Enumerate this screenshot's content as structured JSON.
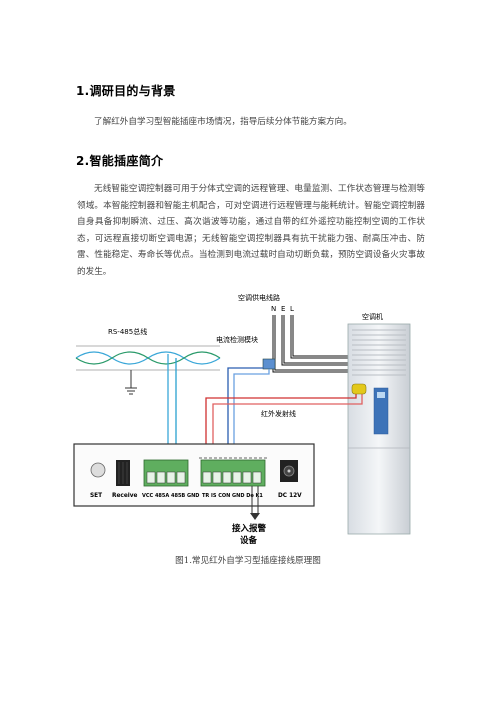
{
  "section1": {
    "heading": "1.调研目的与背景",
    "paragraph": "了解红外自学习型智能插座市场情况，指导后续分体节能方案方向。"
  },
  "section2": {
    "heading": "2.智能插座简介",
    "paragraph": "无线智能空调控制器可用于分体式空调的远程管理、电量监测、工作状态管理与检测等领域。本智能控制器和智能主机配合，可对空调进行远程管理与能耗统计。智能空调控制器自身具备抑制瞬流、过压、高次谐波等功能，通过自带的红外遥控功能控制空调的工作状态，可远程直接切断空调电源；无线智能空调控制器具有抗干扰能力强、耐高压冲击、防雷、性能稳定、寿命长等优点。当检测到电流过载时自动切断负载，预防空调设备火灾事故的发生。"
  },
  "figure": {
    "caption": "图1.常见红外自学习型插座接线原理图",
    "labels": {
      "power_line": "空调供电线路",
      "phase_n": "N",
      "phase_e": "E",
      "phase_l": "L",
      "air_conditioner": "空调机",
      "rs485": "RS-485总线",
      "current_module": "电流检测模块",
      "ir_line": "红外发射线",
      "btn_set": "SET",
      "btn_receive": "Receive",
      "term_485": "VCC 485A 485B GND",
      "term_ctrl": "TR  IS  CON GND Do  K1",
      "dc": "DC 12V",
      "alarm_line1": "接入报警",
      "alarm_line2": "设备"
    }
  }
}
